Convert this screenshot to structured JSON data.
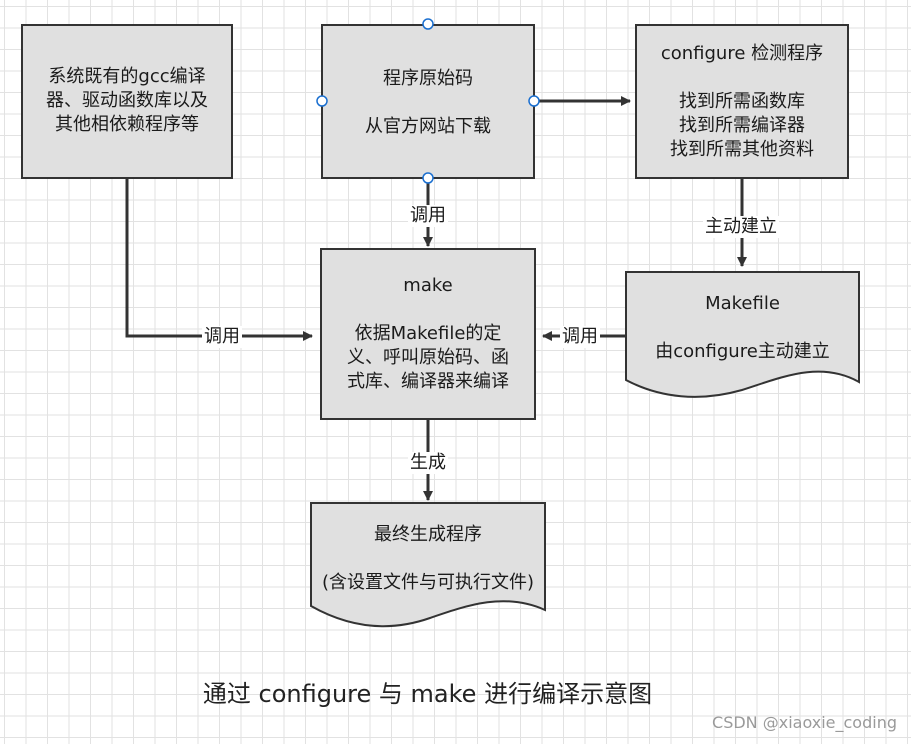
{
  "diagram": {
    "nodes": {
      "system": {
        "lines": [
          "系统既有的gcc编译",
          "器、驱动函数库以及",
          "其他相依赖程序等"
        ]
      },
      "source": {
        "lines": [
          "程序原始码",
          "",
          "从官方网站下载"
        ]
      },
      "configure": {
        "lines": [
          "configure 检测程序",
          "",
          "找到所需函数库",
          "找到所需编译器",
          "找到所需其他资料"
        ]
      },
      "make": {
        "lines": [
          "make",
          "",
          "依据Makefile的定",
          "义、呼叫原始码、函",
          "式库、编译器来编译"
        ]
      },
      "makefile": {
        "lines": [
          "Makefile",
          "",
          "由configure主动建立"
        ]
      },
      "final": {
        "lines": [
          "最终生成程序",
          "",
          "(含设置文件与可执行文件)"
        ]
      }
    },
    "edges": {
      "call_from_source": "调用",
      "call_from_system": "调用",
      "call_from_makefile": "调用",
      "configure_creates": "主动建立",
      "make_generates": "生成"
    },
    "colors": {
      "node_fill": "#e0e0e0",
      "node_stroke": "#333333",
      "edge": "#333333",
      "handle_stroke": "#1a6fd0"
    }
  },
  "caption": "通过 configure 与 make 进行编译示意图",
  "watermark": "CSDN @xiaoxie_coding"
}
